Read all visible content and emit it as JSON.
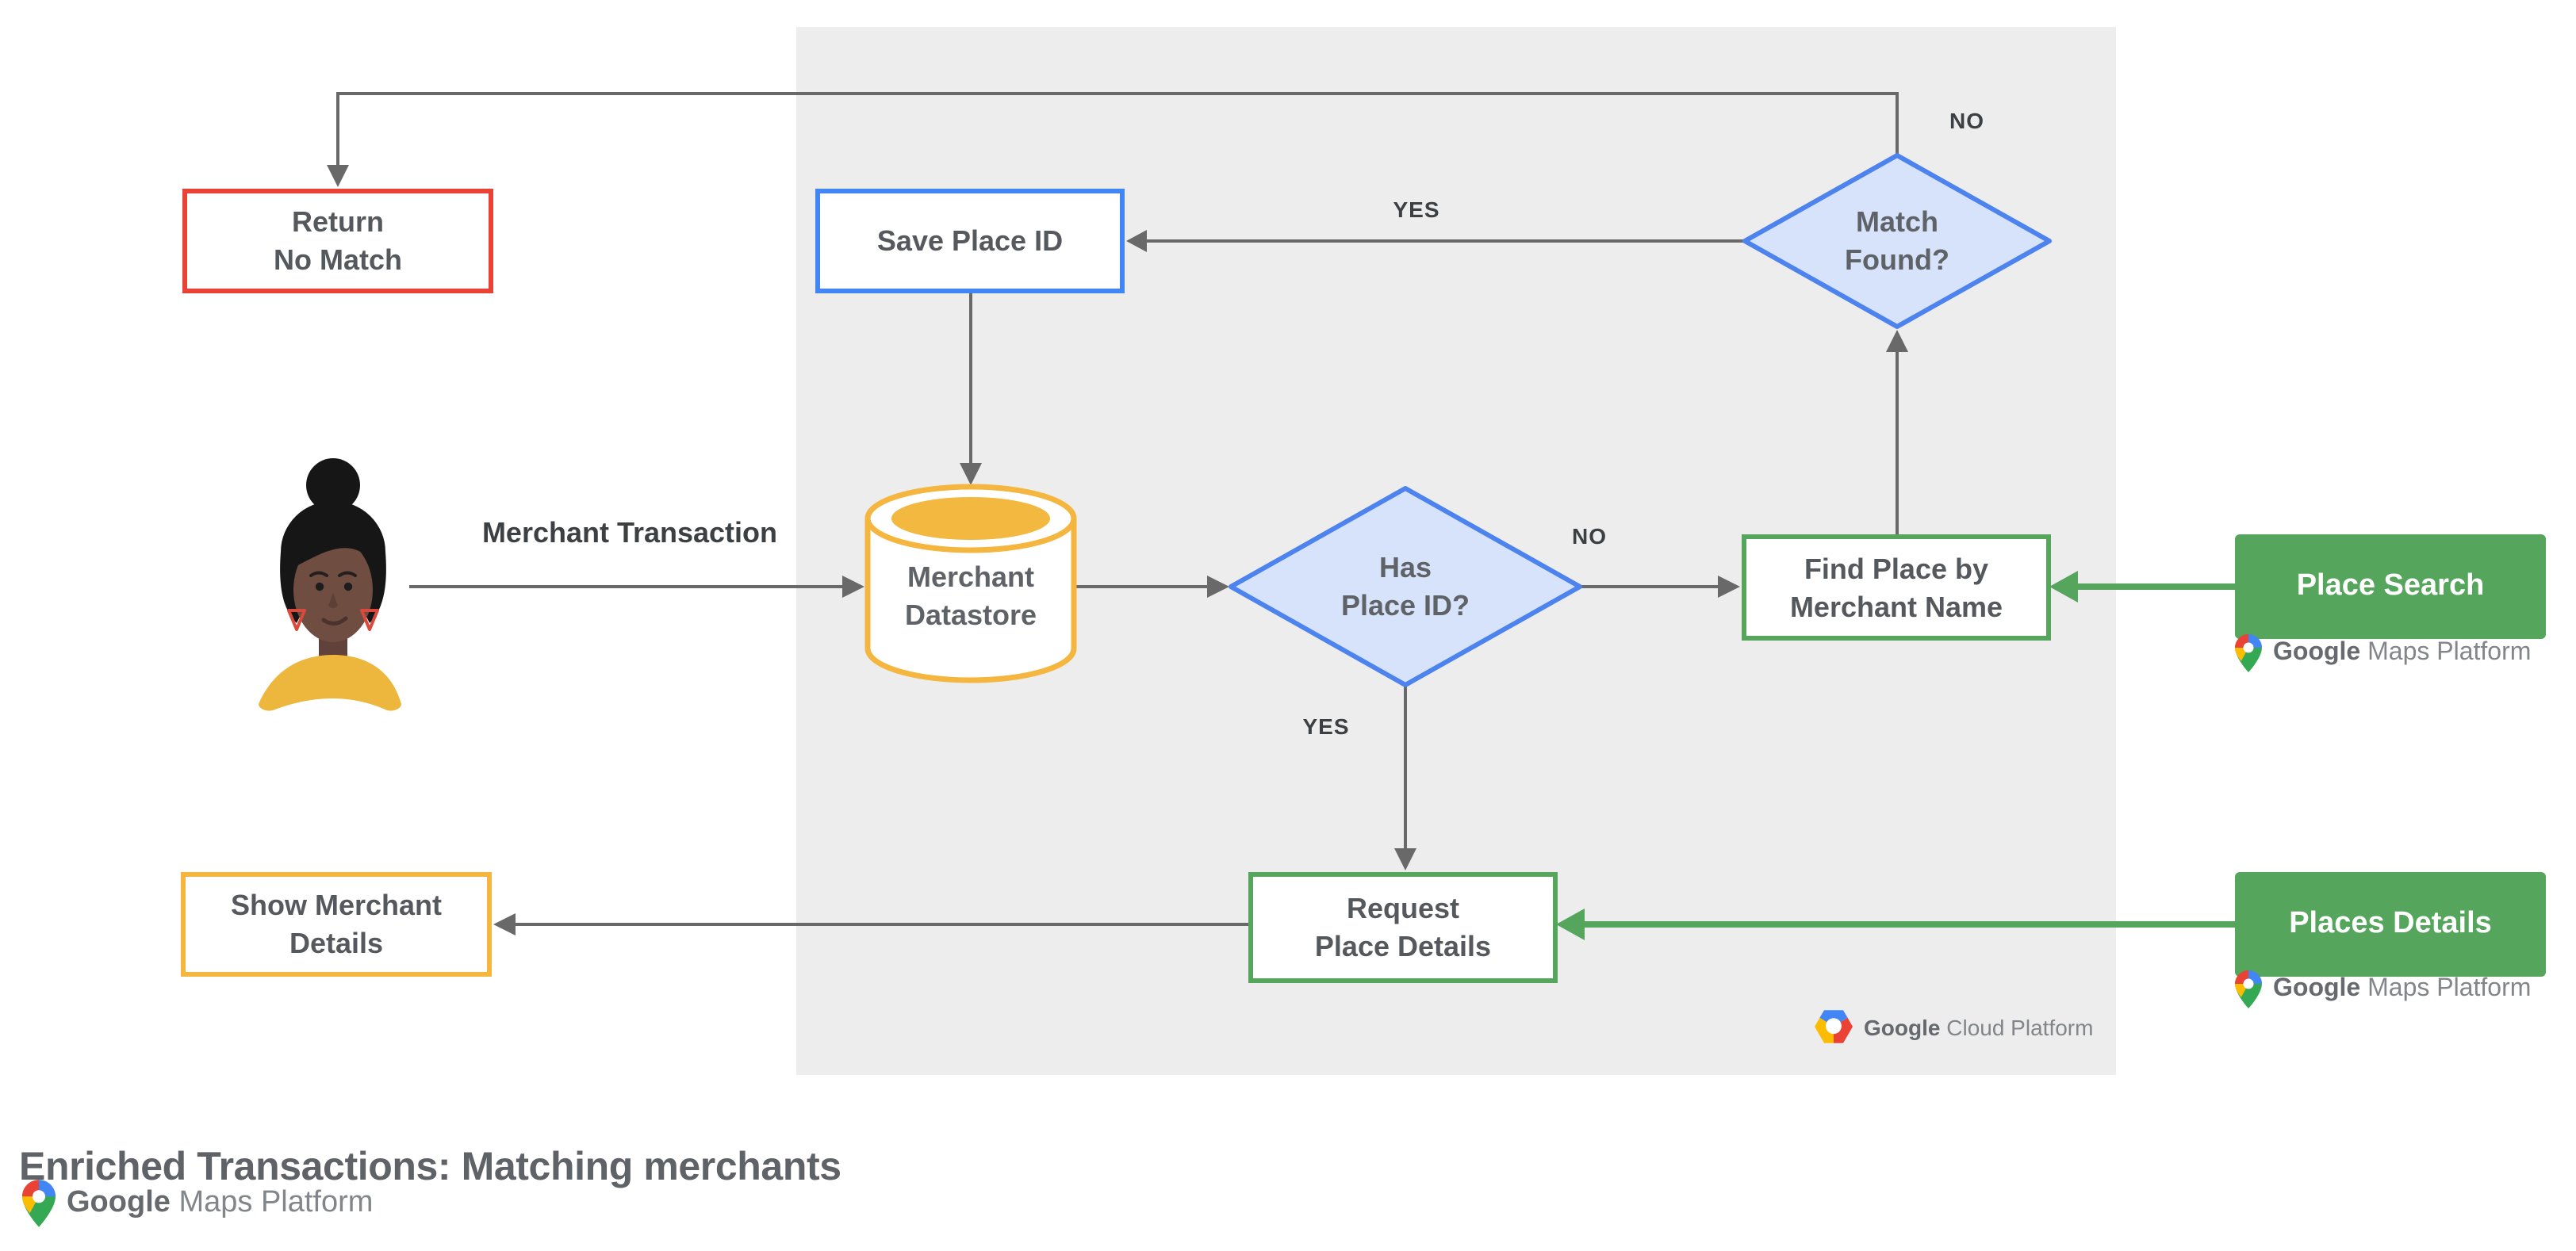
{
  "title": "Enriched Transactions: Matching merchants",
  "nodes": {
    "return_no_match": {
      "line1": "Return",
      "line2": "No Match"
    },
    "save_place_id": {
      "label": "Save Place ID"
    },
    "match_found": {
      "line1": "Match",
      "line2": "Found?"
    },
    "merchant_datastore": {
      "line1": "Merchant",
      "line2": "Datastore"
    },
    "has_place_id": {
      "line1": "Has",
      "line2": "Place ID?"
    },
    "find_place": {
      "line1": "Find Place by",
      "line2": "Merchant Name"
    },
    "request_place_details": {
      "line1": "Request",
      "line2": "Place Details"
    },
    "show_merchant_details": {
      "line1": "Show Merchant",
      "line2": "Details"
    },
    "place_search": {
      "label": "Place Search"
    },
    "places_details": {
      "label": "Places Details"
    }
  },
  "edge_labels": {
    "merchant_transaction": "Merchant Transaction",
    "match_no": "NO",
    "match_yes": "YES",
    "has_no": "NO",
    "has_yes": "YES"
  },
  "logos": {
    "maps_platform": {
      "google": "Google",
      "product": " Maps Platform"
    },
    "cloud_platform": {
      "google": "Google",
      "product": " Cloud Platform"
    }
  },
  "colors": {
    "red": "#EA4335",
    "blue": "#4285F4",
    "green": "#56A55C",
    "yellow": "#F4B63F",
    "diamond_fill": "#D6E3FA",
    "diamond_border": "#4D83EE",
    "line_gray": "#696969",
    "panel_bg": "#EDEDED",
    "node_text": "#55585C",
    "label_text": "#3C4043"
  }
}
